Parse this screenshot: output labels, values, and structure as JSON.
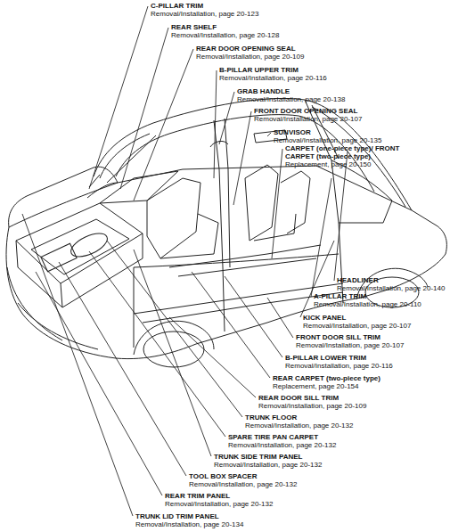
{
  "diagram": {
    "labels": [
      "C-PILLAR TRIM",
      "Removal/Installation, page 20-123",
      "REAR SHELF",
      "Removal/Installation, page 20-128",
      "REAR DOOR OPENING SEAL",
      "Removal/Installation, page 20-109",
      "B-PILLAR UPPER TRIM",
      "Removal/Installation, page 20-116",
      "GRAB HANDLE",
      "Removal/Installation, page 20-138",
      "FRONT DOOR OPENING SEAL",
      "Removal/Installation, page 20-107",
      "SUNVISOR",
      "Removal/Installation, page 20-135",
      "CARPET (one-piece type)/ FRONT CARPET (two-piece type)",
      "Replacement, page 20-150",
      "HEADLINER",
      "Removal/Installation, page 20-140",
      "A-PILLAR TRIM",
      "Removal/Installation, page 20-110",
      "KICK PANEL",
      "Removal/Installation, page 20-107",
      "FRONT DOOR SILL TRIM",
      "Removal/Installation, page 20-107",
      "B-PILLAR LOWER TRIM",
      "Removal/Installation, page 20-116",
      "REAR CARPET (two-piece type)",
      "Replacement, page 20-154",
      "REAR DOOR SILL TRIM",
      "Removal/Installation, page 20-109",
      "TRUNK FLOOR",
      "Removal/Installation, page 20-132",
      "SPARE TIRE PAN CARPET",
      "Removal/Installation, page 20-132",
      "TRUNK SIDE TRIM PANEL",
      "Removal/Installation, page 20-132",
      "TOOL BOX SPACER",
      "Removal/Installation, page 20-132",
      "REAR TRIM PANEL",
      "Removal/Installation, page 20-132",
      "TRUNK LID TRIM PANEL",
      "Removal/Installation, page 20-134"
    ]
  }
}
